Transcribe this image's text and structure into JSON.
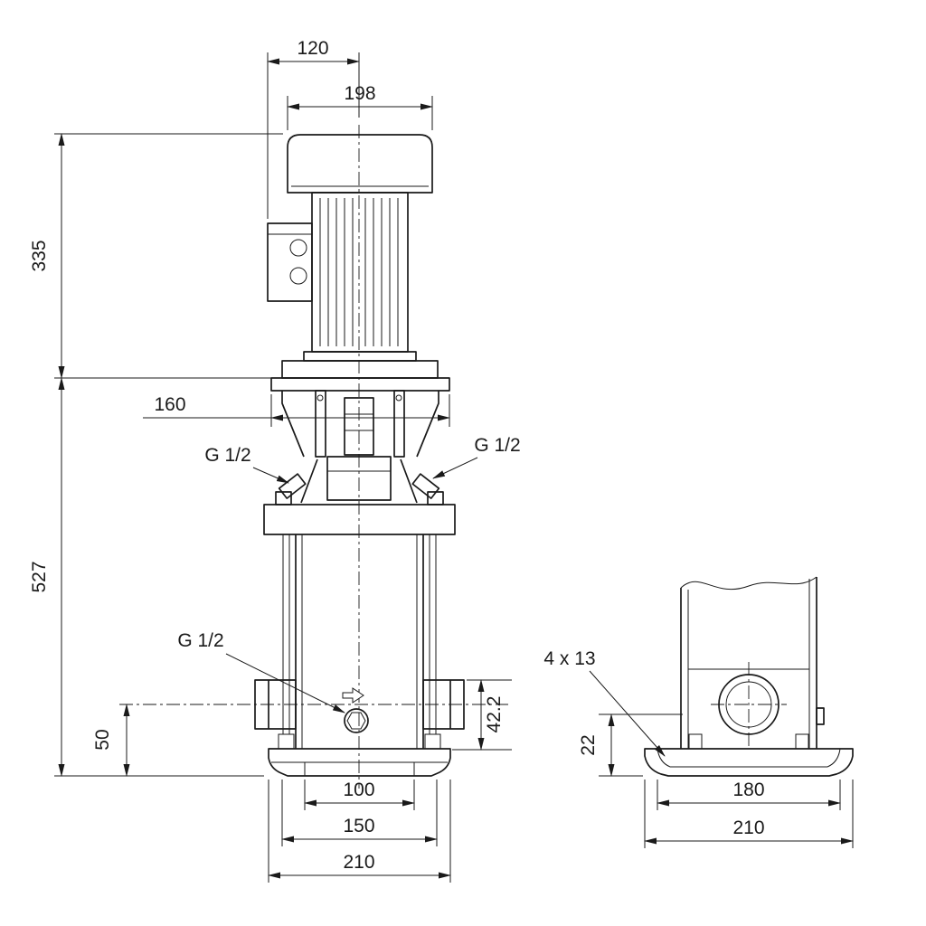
{
  "drawing": {
    "front_view": {
      "dim_120": "120",
      "dim_198": "198",
      "dim_335": "335",
      "dim_527": "527",
      "dim_160": "160",
      "label_vent_left": "G 1/2",
      "label_vent_right": "G 1/2",
      "label_drain": "G 1/2",
      "dim_42_2": "42.2",
      "dim_50": "50",
      "dim_100": "100",
      "dim_150": "150",
      "dim_210": "210"
    },
    "side_view": {
      "label_holes": "4 x 13",
      "dim_22": "22",
      "dim_180": "180",
      "dim_210": "210"
    }
  }
}
